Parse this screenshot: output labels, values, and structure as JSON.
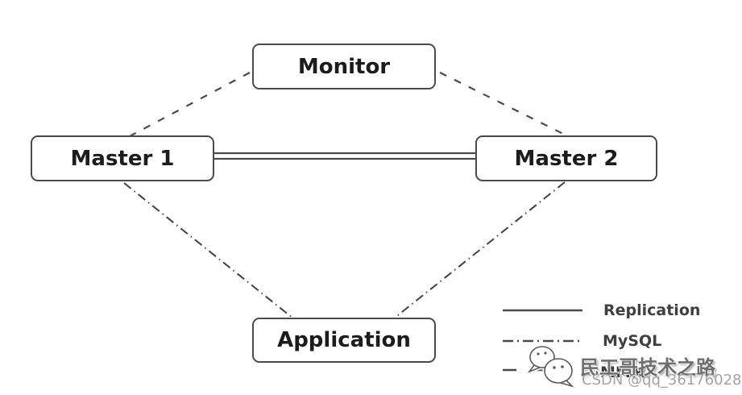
{
  "diagram": {
    "nodes": [
      {
        "id": "monitor",
        "label": "Monitor"
      },
      {
        "id": "master1",
        "label": "Master 1"
      },
      {
        "id": "master2",
        "label": "Master 2"
      },
      {
        "id": "application",
        "label": "Application"
      }
    ],
    "edges": [
      {
        "from": "monitor",
        "to": "master1",
        "type": "MMM",
        "style": "dashed"
      },
      {
        "from": "monitor",
        "to": "master2",
        "type": "MMM",
        "style": "dashed"
      },
      {
        "from": "master1",
        "to": "master2",
        "type": "Replication",
        "style": "double-solid"
      },
      {
        "from": "master1",
        "to": "application",
        "type": "MySQL",
        "style": "dash-dot"
      },
      {
        "from": "master2",
        "to": "application",
        "type": "MySQL",
        "style": "dash-dot"
      }
    ],
    "legend": {
      "items": [
        {
          "style": "solid",
          "label": "Replication"
        },
        {
          "style": "dash-dot",
          "label": "MySQL"
        },
        {
          "style": "dashed",
          "label": "MMM"
        }
      ]
    },
    "colors": {
      "line": "#4a4a4a",
      "node_border": "#4a4a4a",
      "node_fill": "#ffffff",
      "text": "#1c1c1c",
      "watermark_gray": "#a3a3a3"
    }
  },
  "watermark": {
    "brand_text": "民工哥技术之路",
    "csdn_text": "CSDN @qq_36176028",
    "icon": "wechat-bubbles-icon"
  }
}
